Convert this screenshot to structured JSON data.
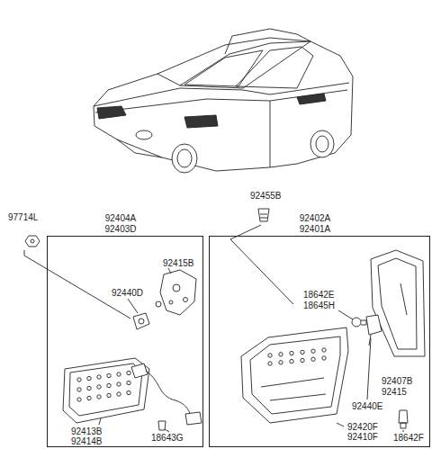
{
  "diagram": {
    "nodes": [
      {
        "text": [
          "92404A 92403D"
        ]
      },
      {
        "text": [
          "92402A 92401A"
        ]
      }
    ],
    "labels": [
      "97714L",
      "92415B",
      "92440D",
      "18643G",
      "92413B",
      "92414B",
      "92455B",
      "18642E",
      "18645H",
      "92407B",
      "92415",
      "92440E",
      "92420F",
      "92410F",
      "18642F"
    ]
  }
}
